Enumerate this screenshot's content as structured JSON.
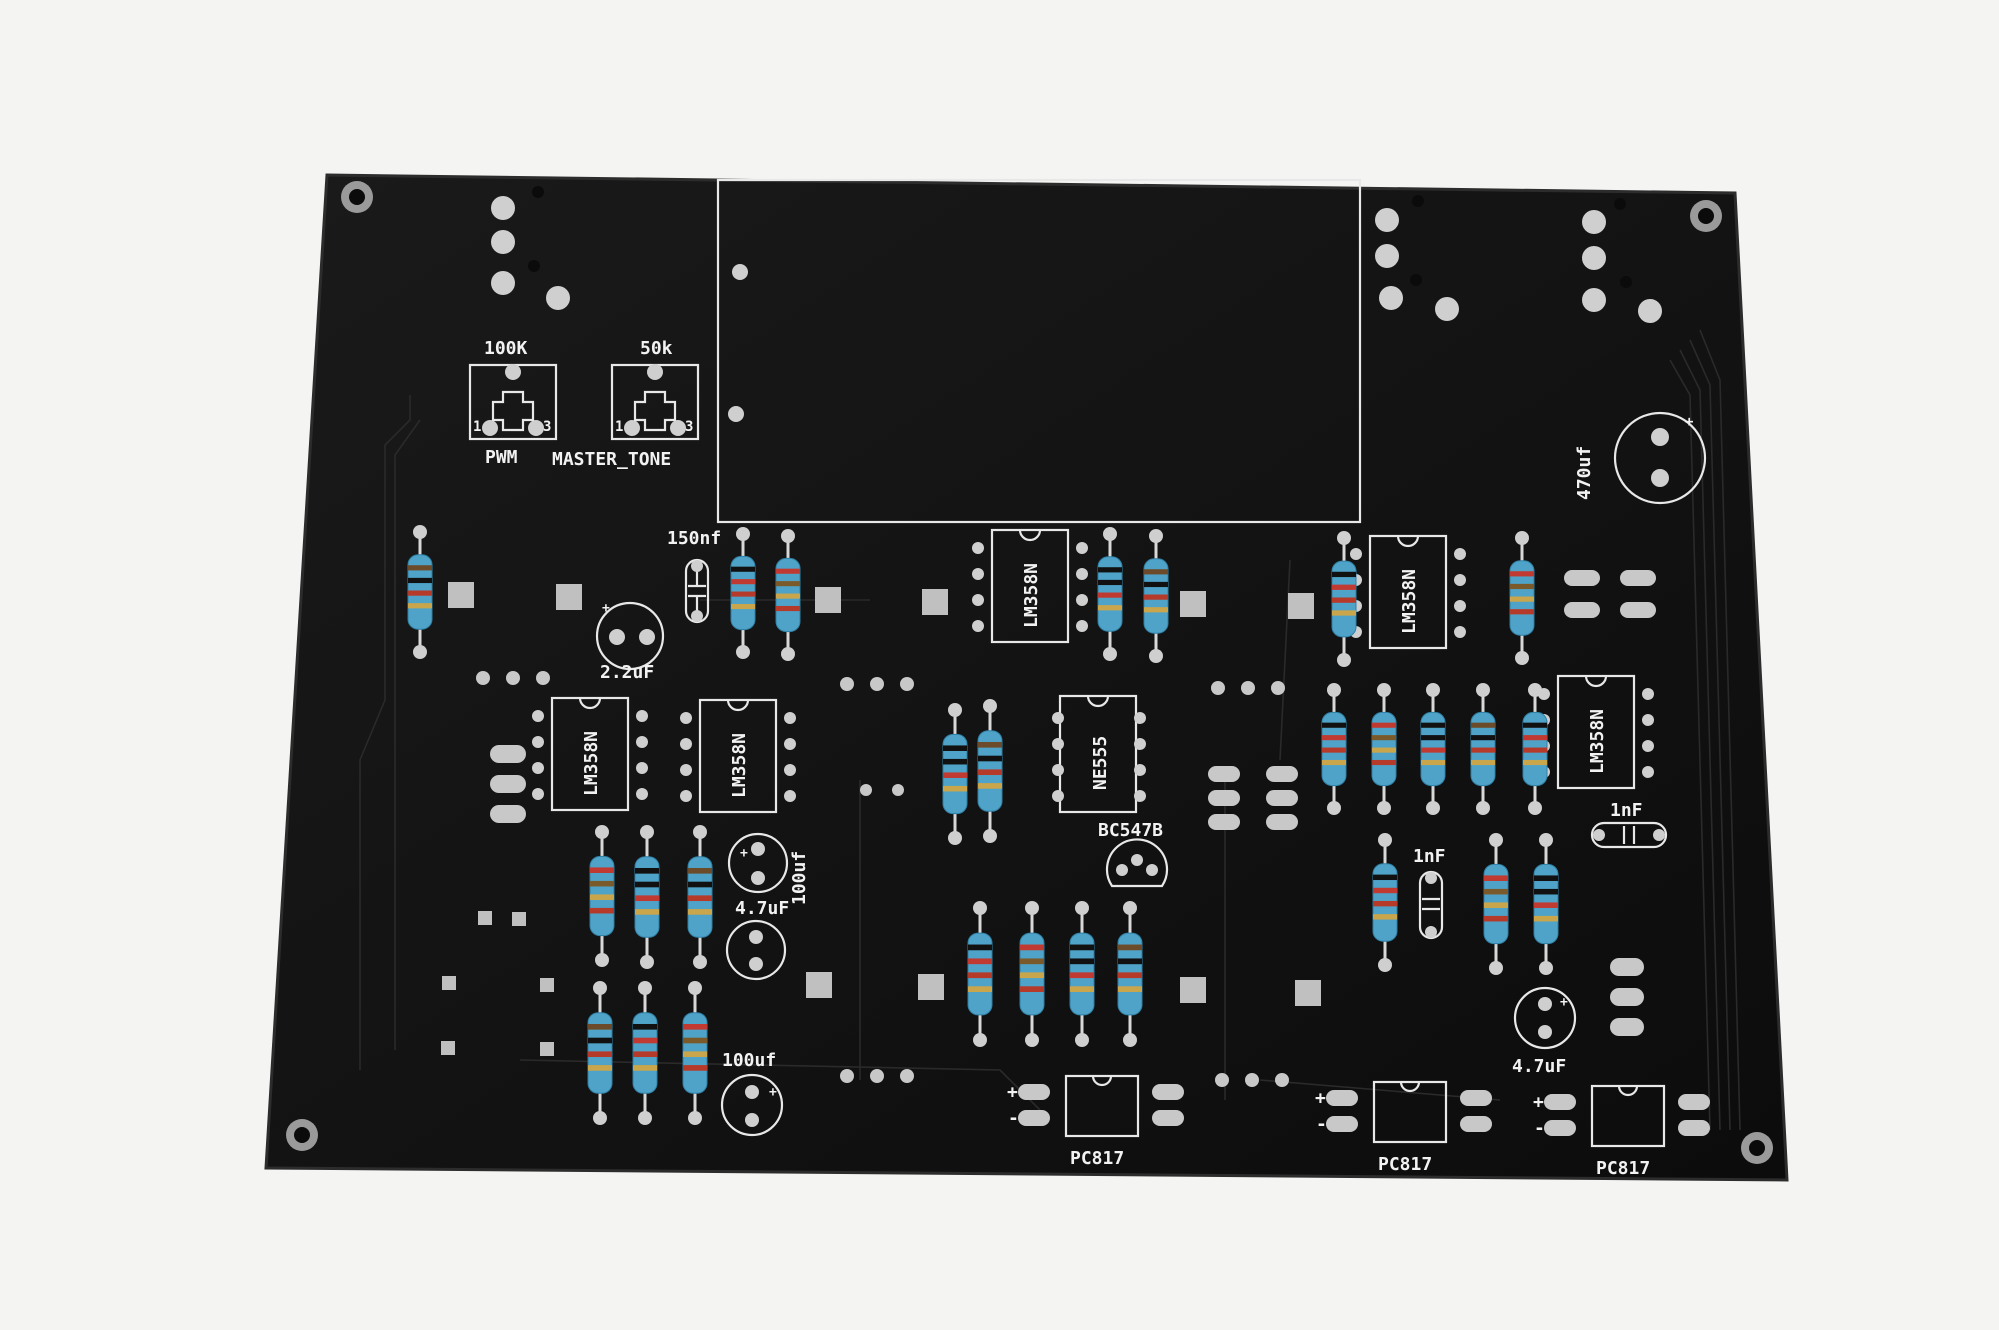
{
  "photo": {
    "background_color": "#f4f4f2",
    "board_color": "#0f0f0f",
    "silkscreen_color": "#f2f2f2",
    "pad_color": "#c9c9c9",
    "resistor_body_color": "#4fa3c9"
  },
  "labels": {
    "pot1_value": "100K",
    "pot1_name": "PWM",
    "pot2_value": "50k",
    "pot2_name": "MASTER_TONE",
    "cap_150nf": "150nf",
    "cap_2_2uf": "2.2uF",
    "cap_470uf": "470uf",
    "cap_100uf_a": "100uf",
    "cap_4_7uf_a": "4.7uF",
    "cap_100uf_b": "100uf",
    "cap_1nf_a": "1nF",
    "cap_1nf_b": "1nF",
    "cap_4_7uf_b": "4.7uF",
    "transistor": "BC547B",
    "ic_opamp": "LM358N",
    "ic_timer": "NE555",
    "opto": "PC817",
    "plus": "+",
    "minus": "-",
    "pin1": "1",
    "pin3": "3"
  }
}
